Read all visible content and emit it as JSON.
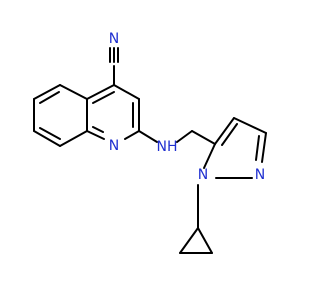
{
  "molecule": {
    "atoms": {
      "nitrile_n": "N",
      "quinoline_n": "N",
      "amine_nh": "NH",
      "pyrazole_n1": "N",
      "pyrazole_n2": "N"
    },
    "colors": {
      "bond": "#000000",
      "heteroatom": "#1f2fd0",
      "background": "#ffffff"
    }
  }
}
